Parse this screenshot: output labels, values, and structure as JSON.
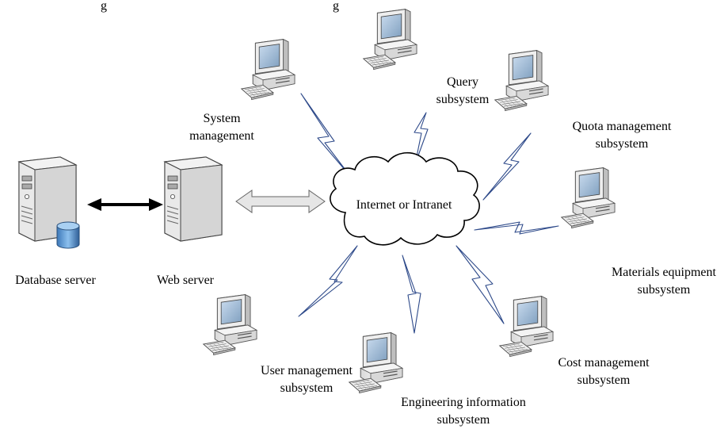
{
  "header_text": "g",
  "header_text_right": "g",
  "cloud_label": "Internet or Intranet",
  "servers": [
    {
      "id": "database",
      "label": "Database server"
    },
    {
      "id": "web",
      "label": "Web server"
    }
  ],
  "clients": [
    {
      "id": "system",
      "lines": [
        "System",
        "management"
      ]
    },
    {
      "id": "query",
      "lines": [
        "Query",
        "subsystem"
      ]
    },
    {
      "id": "quota",
      "lines": [
        "Quota management",
        "subsystem"
      ]
    },
    {
      "id": "materials",
      "lines": [
        "Materials equipment",
        "subsystem"
      ]
    },
    {
      "id": "cost",
      "lines": [
        "Cost management",
        "subsystem"
      ]
    },
    {
      "id": "engineering",
      "lines": [
        "Engineering information",
        "subsystem"
      ]
    },
    {
      "id": "user",
      "lines": [
        "User management",
        "subsystem"
      ]
    }
  ],
  "colors": {
    "lightning_stroke": "#2E4A8A",
    "lightning_fill": "#FFFFFF",
    "monitor_screen": "#9DB7D3",
    "device_fill": "#F2F2F2",
    "device_stroke": "#555555",
    "arrow_fill": "#E6E6E6"
  }
}
